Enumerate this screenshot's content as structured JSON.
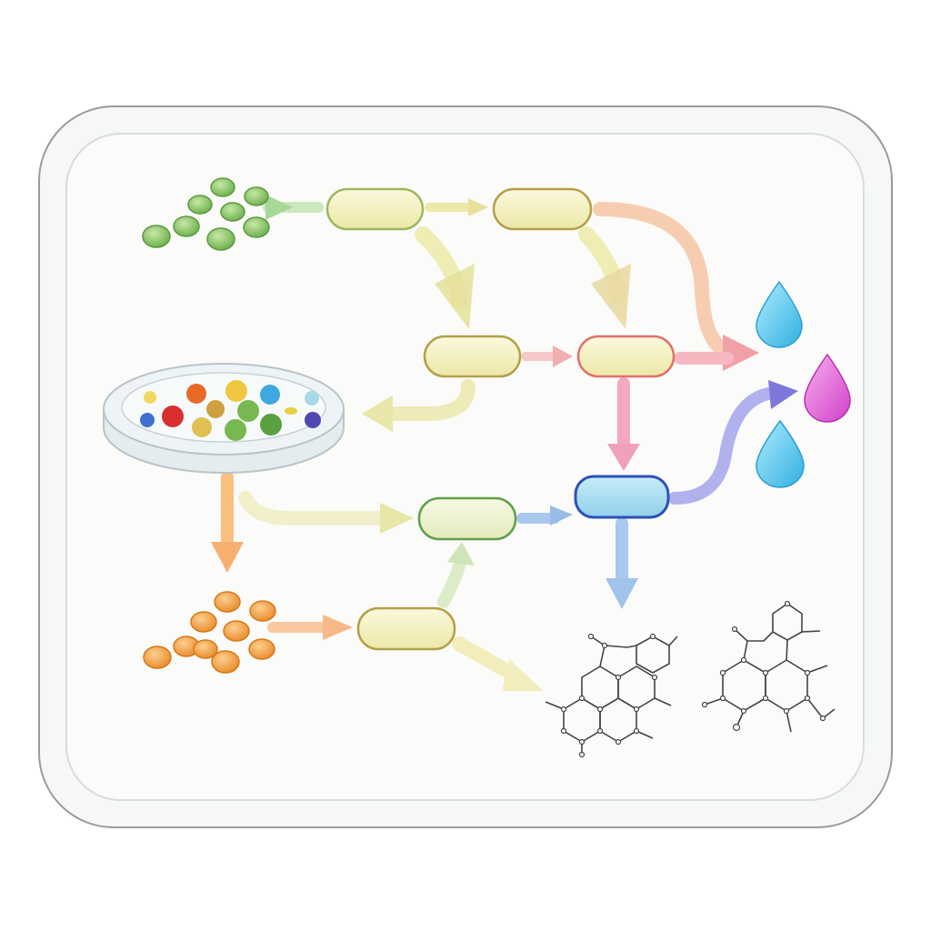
{
  "diagram": {
    "description_text": "",
    "colors": {
      "frame_border": "#9a9a9a",
      "frame_fill": "#fafaf8",
      "node_fill_yellow": "#f3f0c0",
      "node_border_olive": "#b4a04a",
      "node_border_green": "#7fb050",
      "node_border_red": "#e0706a",
      "node_fill_blue": "#a8dcef",
      "node_border_blue": "#2f4fb8",
      "node_fill_green": "#eef3d2",
      "arrow_green": "#bfe3b0",
      "arrow_yellow": "#ece9a8",
      "arrow_pink": "#f2a0b0",
      "arrow_orange": "#f9c080",
      "arrow_blue": "#a8c8ee",
      "arrow_purple": "#8a80e0",
      "drop_blue": "#5ccbef",
      "drop_magenta": "#e060d8",
      "cell_green": "#7cbf5c",
      "cell_orange": "#f0a040",
      "molecule": "#444444"
    },
    "icons": [
      "green-cell-cluster",
      "petri-dish",
      "orange-cell-cluster",
      "water-droplet",
      "magenta-droplet",
      "molecule-structure"
    ]
  }
}
